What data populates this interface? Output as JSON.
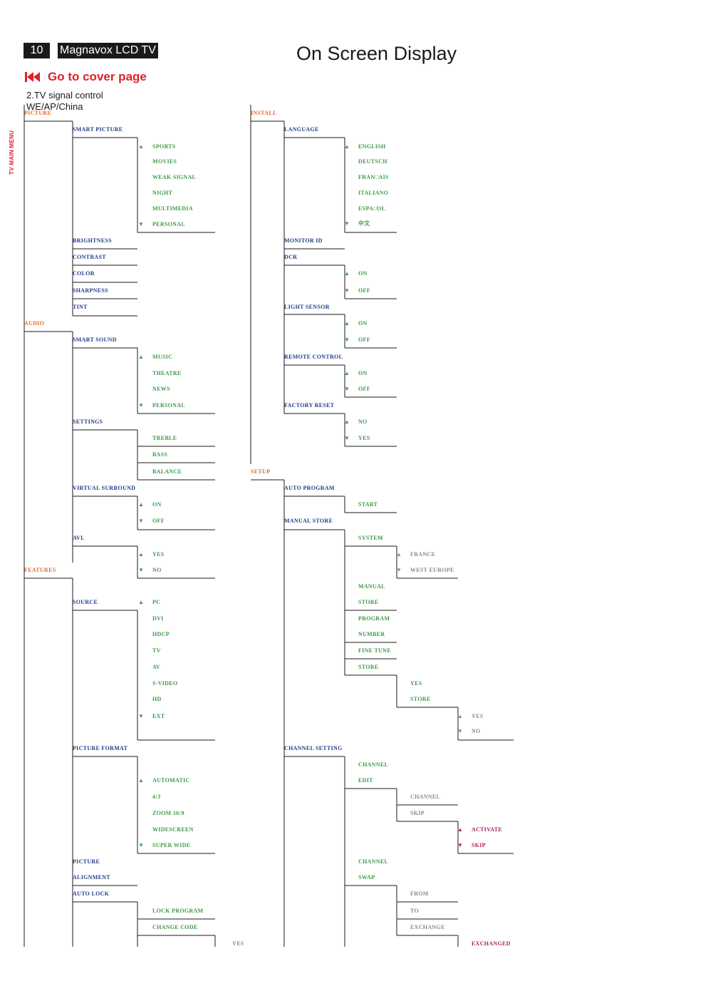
{
  "header": {
    "page_number": "10",
    "brand": "Magnavox LCD TV",
    "title": "On Screen Display",
    "cover_link": "Go to cover page",
    "subtitle_1": "2.TV signal control",
    "subtitle_2": "WE/AP/China"
  },
  "side_label": "TV MAIN MENU",
  "colors": {
    "menu": "#e06a30",
    "item": "#1f3f86",
    "option": "#3e9a46",
    "sub_option": "#8a8a8a",
    "accent": "#b0206a",
    "cover_link": "#e0202a"
  },
  "arrow_icons": {
    "up": "▲",
    "down": "▼"
  },
  "labels": [
    {
      "text": "PICTURE",
      "level": "menu"
    },
    {
      "text": "SMART PICTURE",
      "level": "item"
    },
    {
      "text": "SPORTS",
      "level": "option",
      "arrow": "up"
    },
    {
      "text": "MOVIES",
      "level": "option"
    },
    {
      "text": "WEAK SIGNAL",
      "level": "option"
    },
    {
      "text": "NIGHT",
      "level": "option"
    },
    {
      "text": "MULTIMEDIA",
      "level": "option"
    },
    {
      "text": "PERSONAL",
      "level": "option",
      "arrow": "down"
    },
    {
      "text": "BRIGHTNESS",
      "level": "item"
    },
    {
      "text": "CONTRAST",
      "level": "item"
    },
    {
      "text": "COLOR",
      "level": "item"
    },
    {
      "text": "SHARPNESS",
      "level": "item"
    },
    {
      "text": "TINT",
      "level": "item"
    },
    {
      "text": "AUDIO",
      "level": "menu"
    },
    {
      "text": "SMART SOUND",
      "level": "item"
    },
    {
      "text": "MUSIC",
      "level": "option",
      "arrow": "up"
    },
    {
      "text": "THEATRE",
      "level": "option"
    },
    {
      "text": "NEWS",
      "level": "option"
    },
    {
      "text": "PERSONAL",
      "level": "option",
      "arrow": "down"
    },
    {
      "text": "SETTINGS",
      "level": "item"
    },
    {
      "text": "TREBLE",
      "level": "option"
    },
    {
      "text": "BASS",
      "level": "option"
    },
    {
      "text": "BALANCE",
      "level": "option"
    },
    {
      "text": "VIRTUAL SURROUND",
      "level": "item"
    },
    {
      "text": "ON",
      "level": "option",
      "arrow": "up"
    },
    {
      "text": "OFF",
      "level": "option",
      "arrow": "down"
    },
    {
      "text": "AVL",
      "level": "item"
    },
    {
      "text": "YES",
      "level": "option",
      "arrow": "up"
    },
    {
      "text": "NO",
      "level": "option",
      "arrow": "down"
    },
    {
      "text": "FEATURES",
      "level": "menu"
    },
    {
      "text": "SOURCE",
      "level": "item"
    },
    {
      "text": "PC",
      "level": "option",
      "arrow": "up"
    },
    {
      "text": "DVI",
      "level": "option"
    },
    {
      "text": "HDCP",
      "level": "option"
    },
    {
      "text": "TV",
      "level": "option"
    },
    {
      "text": "AV",
      "level": "option"
    },
    {
      "text": "S-VIDEO",
      "level": "option"
    },
    {
      "text": "HD",
      "level": "option"
    },
    {
      "text": "EXT",
      "level": "option",
      "arrow": "down"
    },
    {
      "text": "PICTURE FORMAT",
      "level": "item"
    },
    {
      "text": "AUTOMATIC",
      "level": "option",
      "arrow": "up"
    },
    {
      "text": "4:3",
      "level": "option"
    },
    {
      "text": "ZOOM 16:9",
      "level": "option"
    },
    {
      "text": "WIDESCREEN",
      "level": "option"
    },
    {
      "text": "SUPER WIDE",
      "level": "option",
      "arrow": "down"
    },
    {
      "text": "PICTURE",
      "level": "item"
    },
    {
      "text": "ALIGNMENT",
      "level": "item"
    },
    {
      "text": "AUTO LOCK",
      "level": "item"
    },
    {
      "text": "LOCK PROGRAM",
      "level": "option"
    },
    {
      "text": "CHANGE CODE",
      "level": "option"
    },
    {
      "text": "YES",
      "level": "sub_option"
    },
    {
      "text": "INSTALL",
      "level": "menu"
    },
    {
      "text": "LANGUAGE",
      "level": "item"
    },
    {
      "text": "ENGLISH",
      "level": "option",
      "arrow": "up"
    },
    {
      "text": "DEUTSCH",
      "level": "option"
    },
    {
      "text": "FRAN□AIS",
      "level": "option"
    },
    {
      "text": "ITALIANO",
      "level": "option"
    },
    {
      "text": "ESPA□OL",
      "level": "option"
    },
    {
      "text": "中文",
      "level": "option",
      "arrow": "down"
    },
    {
      "text": "MONITOR ID",
      "level": "item"
    },
    {
      "text": "DCR",
      "level": "item"
    },
    {
      "text": "ON",
      "level": "option",
      "arrow": "up"
    },
    {
      "text": "OFF",
      "level": "option",
      "arrow": "down"
    },
    {
      "text": "LIGHT SENSOR",
      "level": "item"
    },
    {
      "text": "ON",
      "level": "option",
      "arrow": "up"
    },
    {
      "text": "OFF",
      "level": "option",
      "arrow": "down"
    },
    {
      "text": "REMOTE CONTROL",
      "level": "item"
    },
    {
      "text": "ON",
      "level": "option",
      "arrow": "up"
    },
    {
      "text": "OFF",
      "level": "option",
      "arrow": "down"
    },
    {
      "text": "FACTORY RESET",
      "level": "item"
    },
    {
      "text": "NO",
      "level": "option",
      "arrow": "up"
    },
    {
      "text": "YES",
      "level": "option",
      "arrow": "down"
    },
    {
      "text": "SETUP",
      "level": "menu"
    },
    {
      "text": "AUTO PROGRAM",
      "level": "item"
    },
    {
      "text": "START",
      "level": "option"
    },
    {
      "text": "MANUAL STORE",
      "level": "item"
    },
    {
      "text": "SYSTEM",
      "level": "option"
    },
    {
      "text": "FRANCE",
      "level": "sub_option",
      "arrow": "up"
    },
    {
      "text": "WEST EUROPE",
      "level": "sub_option",
      "arrow": "down"
    },
    {
      "text": "MANUAL",
      "level": "option"
    },
    {
      "text": "STORE",
      "level": "option"
    },
    {
      "text": "PROGRAM",
      "level": "option"
    },
    {
      "text": "NUMBER",
      "level": "option"
    },
    {
      "text": "FINE TUNE",
      "level": "option"
    },
    {
      "text": "STORE",
      "level": "option"
    },
    {
      "text": "YES",
      "level": "option"
    },
    {
      "text": "STORE",
      "level": "option"
    },
    {
      "text": "YES",
      "level": "sub_option",
      "arrow": "up"
    },
    {
      "text": "NO",
      "level": "sub_option",
      "arrow": "down"
    },
    {
      "text": "CHANNEL SETTING",
      "level": "item"
    },
    {
      "text": "CHANNEL",
      "level": "option"
    },
    {
      "text": "EDIT",
      "level": "option"
    },
    {
      "text": "CHANNEL",
      "level": "sub_option"
    },
    {
      "text": "SKIP",
      "level": "sub_option"
    },
    {
      "text": "ACTIVATE",
      "level": "accent",
      "arrow": "up"
    },
    {
      "text": "SKIP",
      "level": "accent",
      "arrow": "down"
    },
    {
      "text": "CHANNEL",
      "level": "option"
    },
    {
      "text": "SWAP",
      "level": "option"
    },
    {
      "text": "FROM",
      "level": "sub_option"
    },
    {
      "text": "TO",
      "level": "sub_option"
    },
    {
      "text": "EXCHANGE",
      "level": "sub_option"
    },
    {
      "text": "EXCHANGED",
      "level": "accent"
    }
  ]
}
